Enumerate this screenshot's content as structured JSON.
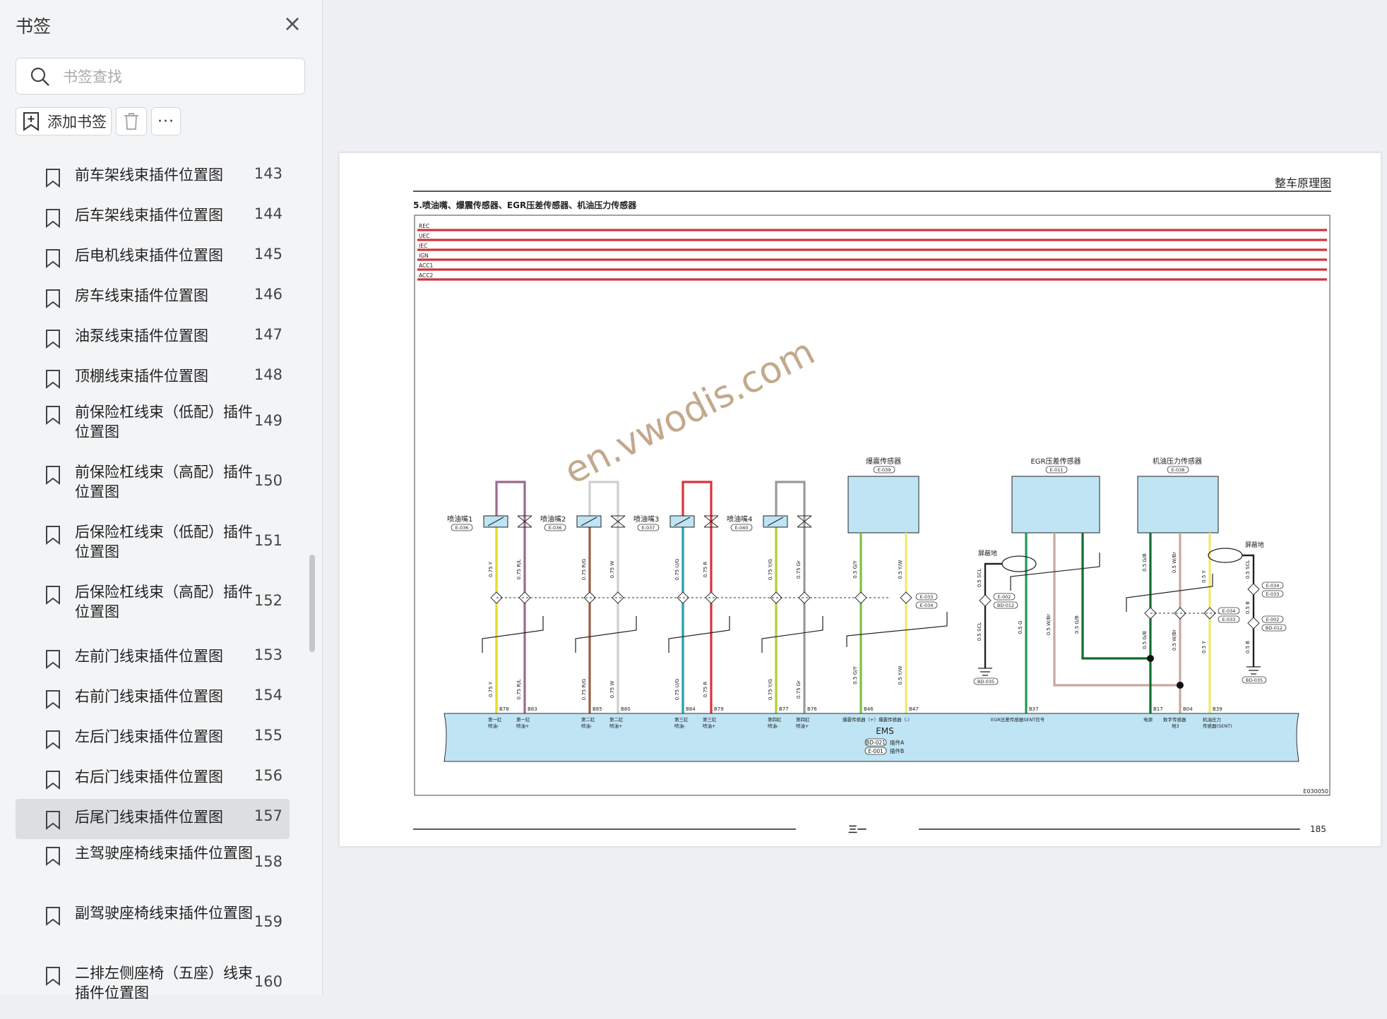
{
  "sidebar": {
    "title": "书签",
    "search_placeholder": "书签查找",
    "add_label": "添加书签",
    "more_label": "···",
    "items": [
      {
        "label": "前车架线束插件位置图",
        "page": "143"
      },
      {
        "label": "后车架线束插件位置图",
        "page": "144"
      },
      {
        "label": "后电机线束插件位置图",
        "page": "145"
      },
      {
        "label": "房车线束插件位置图",
        "page": "146"
      },
      {
        "label": "油泵线束插件位置图",
        "page": "147"
      },
      {
        "label": "顶棚线束插件位置图",
        "page": "148"
      },
      {
        "label": "前保险杠线束（低配）插件位置图",
        "page": "149"
      },
      {
        "label": "前保险杠线束（高配）插件位置图",
        "page": "150"
      },
      {
        "label": "后保险杠线束（低配）插件位置图",
        "page": "151"
      },
      {
        "label": "后保险杠线束（高配）插件位置图",
        "page": "152"
      },
      {
        "label": "左前门线束插件位置图",
        "page": "153"
      },
      {
        "label": "右前门线束插件位置图",
        "page": "154"
      },
      {
        "label": "左后门线束插件位置图",
        "page": "155"
      },
      {
        "label": "右后门线束插件位置图",
        "page": "156"
      },
      {
        "label": "后尾门线束插件位置图",
        "page": "157",
        "selected": true
      },
      {
        "label": "主驾驶座椅线束插件位置图",
        "page": "158"
      },
      {
        "label": "副驾驶座椅线束插件位置图",
        "page": "159"
      },
      {
        "label": "二排左侧座椅（五座）线束插件位置图",
        "page": "160"
      }
    ]
  },
  "document": {
    "header_right": "整车原理图",
    "section_title": "5.喷油嘴、爆震传感器、EGR压差传感器、机油压力传感器",
    "power_lines": [
      "REC",
      "UEC",
      "IEC",
      "IGN",
      "ACC1",
      "ACC2"
    ],
    "watermark": "en.vwodis.com",
    "components": {
      "inj1": "喷油嘴1",
      "inj1_code": "E-036",
      "inj2": "喷油嘴2",
      "inj2_code": "E-036",
      "inj3": "喷油嘴3",
      "inj3_code": "E-037",
      "inj4": "喷油嘴4",
      "inj4_code": "E-040",
      "knock": "爆震传感器",
      "knock_code": "E-039",
      "egr": "EGR压差传感器",
      "egr_code": "E-011",
      "oil": "机油压力传感器",
      "oil_code": "E-038",
      "shield1": "屏蔽地",
      "shield2": "屏蔽地"
    },
    "wires": {
      "w1a": "0.75 Y",
      "w1b": "0.75 R/L",
      "w2a": "0.75 R/G",
      "w2b": "0.75 W",
      "w3a": "0.75 U/G",
      "w3b": "0.75 R",
      "w4a": "0.75 Y/G",
      "w4b": "0.75 Gr",
      "w5a": "0.5 G/Y",
      "w5b": "0.5 Y/W",
      "w6s": "0.5 SCL",
      "w6a": "0.5 G",
      "w6b": "0.5 W/Br",
      "w6c": "0.5 G/B",
      "w7a": "0.5 G/B",
      "w7b": "0.5 W/Br",
      "w7c": "0.5 Y",
      "w7s": "0.5 SCL",
      "w7d": "0.5 B"
    },
    "pins": [
      "B78",
      "B83",
      "B85",
      "B80",
      "B84",
      "B79",
      "B77",
      "B76",
      "B46",
      "B47",
      "B37",
      "B17",
      "B04",
      "B39"
    ],
    "pin_labels": {
      "p1a": "第一缸",
      "p1a2": "喷油-",
      "p1b": "第一缸",
      "p1b2": "喷油+",
      "p2a": "第二缸",
      "p2a2": "喷油-",
      "p2b": "第二缸",
      "p2b2": "喷油+",
      "p3a": "第三缸",
      "p3a2": "喷油-",
      "p3b": "第三缸",
      "p3b2": "喷油+",
      "p4a": "第四缸",
      "p4a2": "喷油-",
      "p4b": "第四缸",
      "p4b2": "喷油+",
      "knock_pins": "爆震传感器（+）爆震传感器（-）",
      "egr_sig": "EGR压差传感器SENT信号",
      "power": "电源",
      "digital": "数字传感器",
      "digital2": "地3",
      "oil_sig": "机油压力",
      "oil_sig2": "传感器(SENT)"
    },
    "connectors": {
      "c_e033a": "E-033",
      "c_e034a": "E-034",
      "c_e002a": "E-002",
      "c_bd012a": "BD-012",
      "c_bd035a": "BD-035",
      "c_e034b": "E-034",
      "c_e033b": "E-033",
      "c_e002b": "E-002",
      "c_bd012b": "BD-012",
      "c_bd035b": "BD-035",
      "c_e034c": "E-034",
      "c_e033c": "E-033"
    },
    "ems_name": "EMS",
    "ems_conn_a": "BD-021",
    "ems_conn_a_lbl": "插件A",
    "ems_conn_b": "E-001",
    "ems_conn_b_lbl": "插件B",
    "diagram_code": "E030050",
    "page_number": "185",
    "footer_logo": "三一"
  },
  "colors": {
    "power_line": "#d0343b",
    "ems_fill": "#bfe4f4",
    "sensor_fill": "#bfe4f4"
  }
}
